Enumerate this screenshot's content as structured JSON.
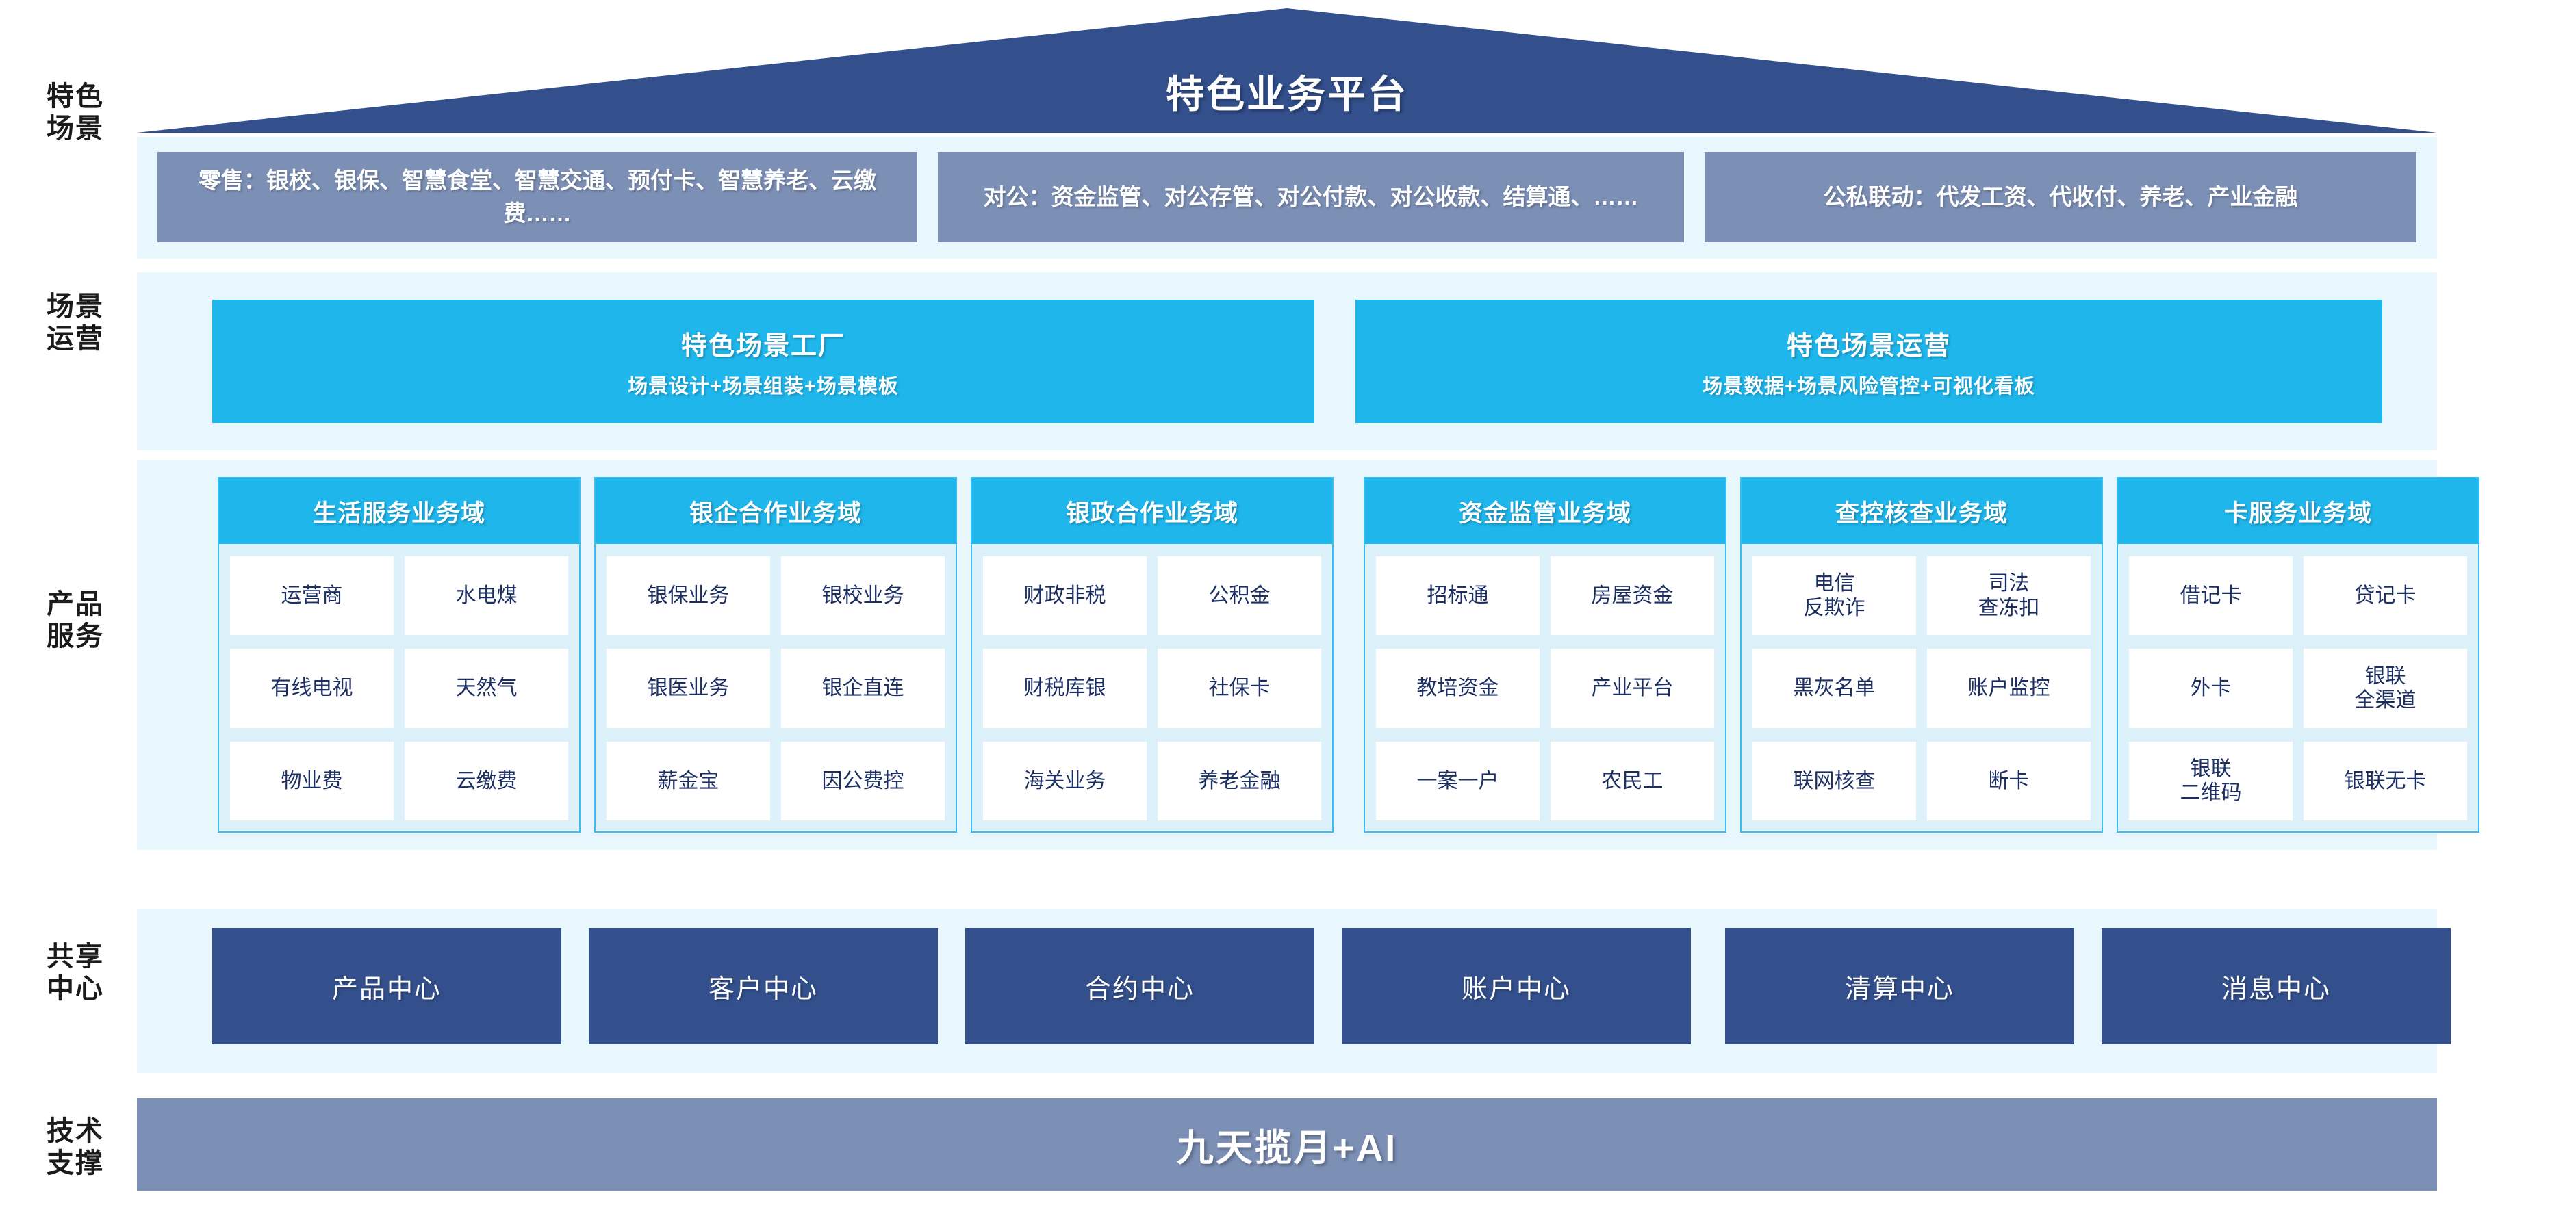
{
  "roof": {
    "title": "特色业务平台"
  },
  "row_labels": {
    "scenario": "特色\n场景",
    "operation": "场景\n运营",
    "product": "产品\n服务",
    "shared": "共享\n中心",
    "tech": "技术\n支撑"
  },
  "scenarios": [
    {
      "text": "零售：银校、银保、智慧食堂、智慧交通、预付卡、智慧养老、云缴费……"
    },
    {
      "text": "对公：资金监管、对公存管、对公付款、对公收款、结算通、……"
    },
    {
      "text": "公私联动：代发工资、代收付、养老、产业金融"
    }
  ],
  "operations": [
    {
      "title": "特色场景工厂",
      "subtitle": "场景设计+场景组装+场景模板"
    },
    {
      "title": "特色场景运营",
      "subtitle": "场景数据+场景风险管控+可视化看板"
    }
  ],
  "domains": [
    {
      "header": "生活服务业务域",
      "cells": [
        "运营商",
        "水电煤",
        "有线电视",
        "天然气",
        "物业费",
        "云缴费"
      ]
    },
    {
      "header": "银企合作业务域",
      "cells": [
        "银保业务",
        "银校业务",
        "银医业务",
        "银企直连",
        "薪金宝",
        "因公费控"
      ]
    },
    {
      "header": "银政合作业务域",
      "cells": [
        "财政非税",
        "公积金",
        "财税库银",
        "社保卡",
        "海关业务",
        "养老金融"
      ]
    },
    {
      "header": "资金监管业务域",
      "cells": [
        "招标通",
        "房屋资金",
        "教培资金",
        "产业平台",
        "一案一户",
        "农民工"
      ]
    },
    {
      "header": "查控核查业务域",
      "cells": [
        "电信\n反欺诈",
        "司法\n查冻扣",
        "黑灰名单",
        "账户监控",
        "联网核查",
        "断卡"
      ]
    },
    {
      "header": "卡服务业务域",
      "cells": [
        "借记卡",
        "贷记卡",
        "外卡",
        "银联\n全渠道",
        "银联\n二维码",
        "银联无卡"
      ]
    }
  ],
  "shared_centers": [
    "产品中心",
    "客户中心",
    "合约中心",
    "账户中心",
    "清算中心",
    "消息中心"
  ],
  "tech_support": {
    "label": "九天揽月+AI"
  },
  "colors": {
    "navy": "#33508d",
    "slate": "#7c8fb5",
    "cyan": "#1fb6ec",
    "panel_bg": "#e8f6fd",
    "column_bg": "#ddf1fb",
    "cell_text": "#1c2f63"
  }
}
